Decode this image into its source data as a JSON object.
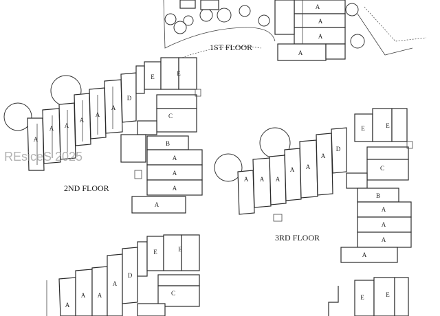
{
  "floor_labels": [
    "1ST FLOOR",
    "2ND FLOOR",
    "3RD FLOOR"
  ],
  "units": {
    "a": "A",
    "b": "B",
    "c": "C",
    "d": "D",
    "e": "E"
  },
  "watermark": "REsiceS 2025"
}
